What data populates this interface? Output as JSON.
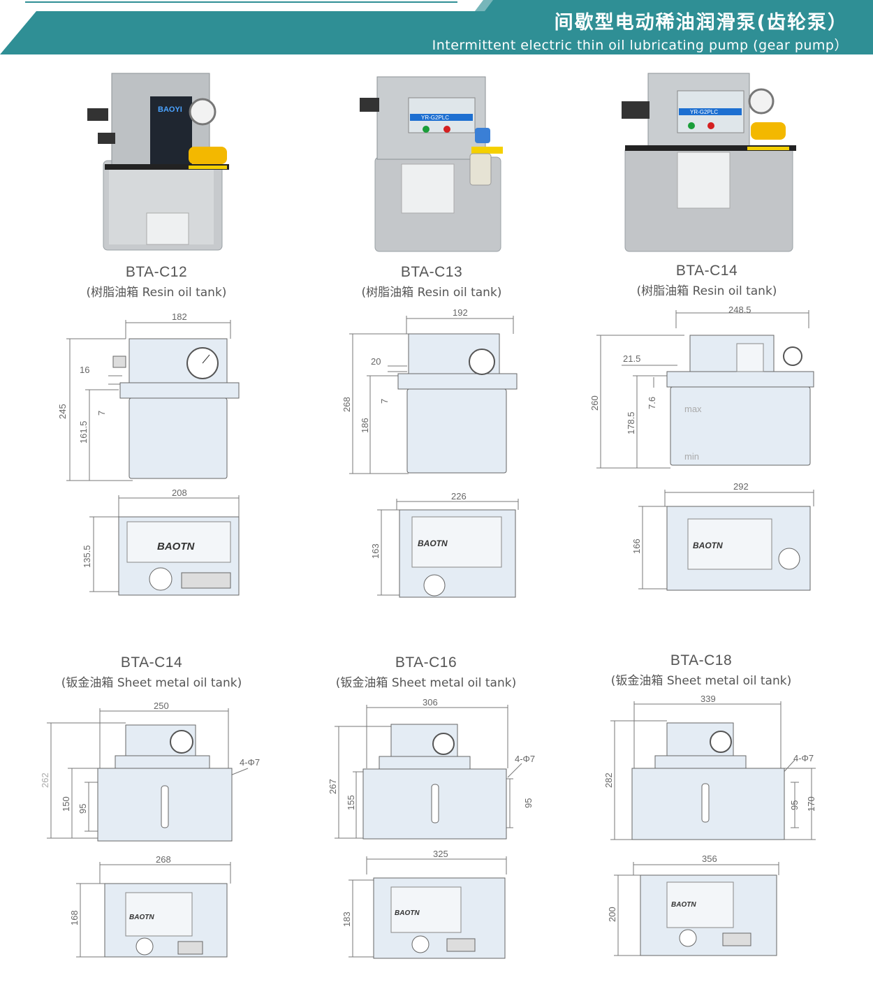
{
  "header": {
    "title_cn": "间歇型电动稀油润滑泵(齿轮泵）",
    "title_en": "Intermittent electric thin oil lubricating pump (gear pump）",
    "accent_color": "#2f8f95",
    "line_color": "#2f8f95"
  },
  "products": [
    {
      "model": "BTA-C12",
      "tank": "(树脂油箱 Resin oil tank)",
      "panel_brand": "BAOYI",
      "front": {
        "width": "182",
        "height": "245",
        "tank_height": "161.5",
        "d1": "16",
        "d2": "7"
      },
      "top": {
        "width": "208",
        "depth": "135.5",
        "logo": "BAOTN"
      }
    },
    {
      "model": "BTA-C13",
      "tank": "(树脂油箱 Resin oil tank)",
      "panel_label": "YR-G2PLC",
      "front": {
        "width": "192",
        "height": "268",
        "tank_height": "186",
        "d1": "20",
        "d2": "7"
      },
      "top": {
        "width": "226",
        "depth": "163",
        "logo": "BAOTN"
      }
    },
    {
      "model": "BTA-C14",
      "tank": "(树脂油箱 Resin oil tank)",
      "panel_label": "YR-G2PLC",
      "front": {
        "width": "248.5",
        "height": "260",
        "tank_height": "178.5",
        "d1": "21.5",
        "d2": "7.6",
        "max": "max",
        "min": "min"
      },
      "top": {
        "width": "292",
        "depth": "166",
        "logo": "BAOTN"
      }
    },
    {
      "model": "BTA-C14",
      "tank": "(钣金油箱 Sheet metal oil tank)",
      "front": {
        "width": "250",
        "height": "262",
        "tank_height": "150",
        "mount": "95",
        "holes": "4-Φ7"
      },
      "top": {
        "width": "268",
        "depth": "168",
        "logo": "BAOTN"
      }
    },
    {
      "model": "BTA-C16",
      "tank": "(钣金油箱 Sheet metal oil tank)",
      "front": {
        "width": "306",
        "height": "267",
        "tank_height": "155",
        "mount": "95",
        "holes": "4-Φ7"
      },
      "top": {
        "width": "325",
        "depth": "183",
        "logo": "BAOTN"
      }
    },
    {
      "model": "BTA-C18",
      "tank": "(钣金油箱 Sheet metal oil tank)",
      "front": {
        "width": "339",
        "height": "282",
        "tank_height": "170",
        "mount": "95",
        "holes": "4-Φ7"
      },
      "top": {
        "width": "356",
        "depth": "200",
        "logo": "BAOTN"
      }
    }
  ]
}
